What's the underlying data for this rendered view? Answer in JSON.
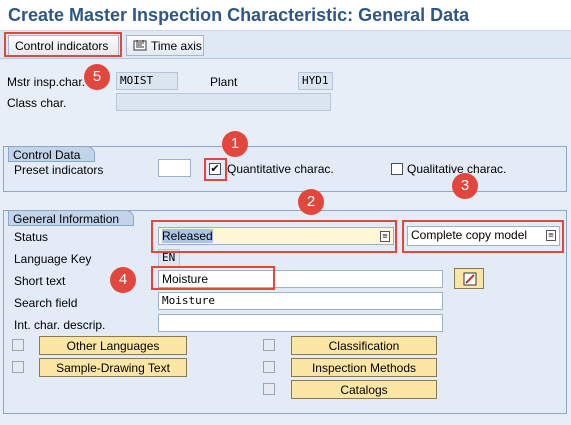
{
  "window": {
    "title": "Create Master Inspection Characteristic: General Data"
  },
  "toolbar": {
    "control_indicators_label": "Control indicators",
    "time_axis_label": "Time axis"
  },
  "header": {
    "mstr_label": "Mstr insp.char.",
    "mstr_value": "MOIST",
    "plant_label": "Plant",
    "plant_value": "HYD1",
    "class_label": "Class char.",
    "class_value": ""
  },
  "control_data": {
    "title": "Control Data",
    "preset_label": "Preset indicators",
    "preset_value": "",
    "quantitative_label": "Quantitative charac.",
    "quantitative_checked": true,
    "qualitative_label": "Qualitative charac.",
    "qualitative_checked": false
  },
  "general_info": {
    "title": "General Information",
    "status_label": "Status",
    "status_value": "Released",
    "copy_model_value": "Complete copy model",
    "language_label": "Language Key",
    "language_value": "EN",
    "short_text_label": "Short text",
    "short_text_value": "Moisture",
    "search_label": "Search field",
    "search_value": "Moisture",
    "int_char_label": "Int. char. descrip.",
    "int_char_value": ""
  },
  "buttons": {
    "other_languages": "Other Languages",
    "sample_drawing": "Sample-Drawing Text",
    "classification": "Classification",
    "inspection_methods": "Inspection Methods",
    "catalogs": "Catalogs"
  },
  "annotations": {
    "badge1": "1",
    "badge2": "2",
    "badge3": "3",
    "badge4": "4",
    "badge5": "5"
  },
  "colors": {
    "accent": "#e2473d",
    "title": "#2e5686",
    "button_bg": "#fbe6a6",
    "panel_bg": "#e2ebf6"
  },
  "icons": {
    "time_axis": "time-axis-icon",
    "edit": "edit-pencil-icon",
    "dropdown": "dropdown-icon",
    "check": "checkmark-icon"
  }
}
